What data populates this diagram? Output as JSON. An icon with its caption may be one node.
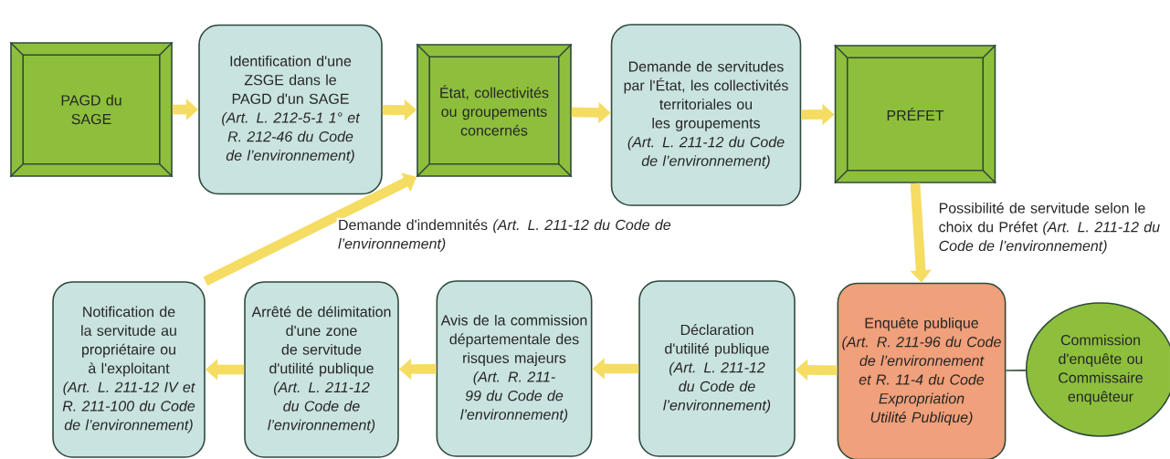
{
  "diagram": {
    "nodes": [
      {
        "text": [
          "PAGD du SAGE"
        ]
      },
      {
        "text": [
          "Identification d'une ZSGE dans le PAGD d'un SAGE",
          "(Art. L. 212-5-1 1° et R. 212-46 du Code de l’environnement)"
        ]
      },
      {
        "text": [
          "État, collectivités ou groupements concernés"
        ]
      },
      {
        "text": [
          "Demande de servitudes par l'État, les collectivités territoriales ou les groupements",
          "(Art. L. 211-12 du Code de l’environnement)"
        ]
      },
      {
        "text": [
          "PRÉFET"
        ]
      },
      {
        "text": [
          "Enquête publique",
          "(Art. R. 211-96 du Code de l’environnement et R. 11-4 du Code Expropriation Utilité Publique)"
        ]
      },
      {
        "text": [
          "Commission d'enquête ou Commissaire enquêteur"
        ]
      },
      {
        "text": [
          "Déclaration d'utilité publique",
          "(Art. L. 211-12 du Code de l’environnement)"
        ]
      },
      {
        "text": [
          "Avis de la commission départementale des risques majeurs",
          "(Art. R. 211-99 du Code de l’environnement)"
        ]
      },
      {
        "text": [
          "Arrêté de délimitation d'une zone de servitude d'utilité publique",
          "(Art. L. 211-12 du Code de l’environnement)"
        ]
      },
      {
        "text": [
          "Notification de la servitude au propriétaire ou à l'exploitant",
          "(Art. L. 211-12 IV et R. 211-100 du Code de l’environnement)"
        ]
      }
    ],
    "edges": [
      {
        "from": 0,
        "to": 1,
        "arrow": "to"
      },
      {
        "from": 1,
        "to": 2,
        "arrow": "to"
      },
      {
        "from": 2,
        "to": 3,
        "arrow": "to"
      },
      {
        "from": 3,
        "to": 4,
        "arrow": "to"
      },
      {
        "from": 4,
        "to": 5,
        "arrow": "to",
        "label": "Possibilité de servitude selon le choix du Préfet *(Art. L. 211-12 du Code de l’environnement)*"
      },
      {
        "from": 5,
        "to": 6,
        "arrow": "none",
        "color": "#2f4a3a"
      },
      {
        "from": 5,
        "to": 7,
        "arrow": "to"
      },
      {
        "from": 7,
        "to": 8,
        "arrow": "to"
      },
      {
        "from": 8,
        "to": 9,
        "arrow": "to"
      },
      {
        "from": 9,
        "to": 10,
        "arrow": "to"
      },
      {
        "from": 10,
        "to": 2,
        "arrow": "to",
        "label": "Demande d'indemnités *(Art. L. 211-12 du Code de l’environnement)*"
      }
    ]
  }
}
